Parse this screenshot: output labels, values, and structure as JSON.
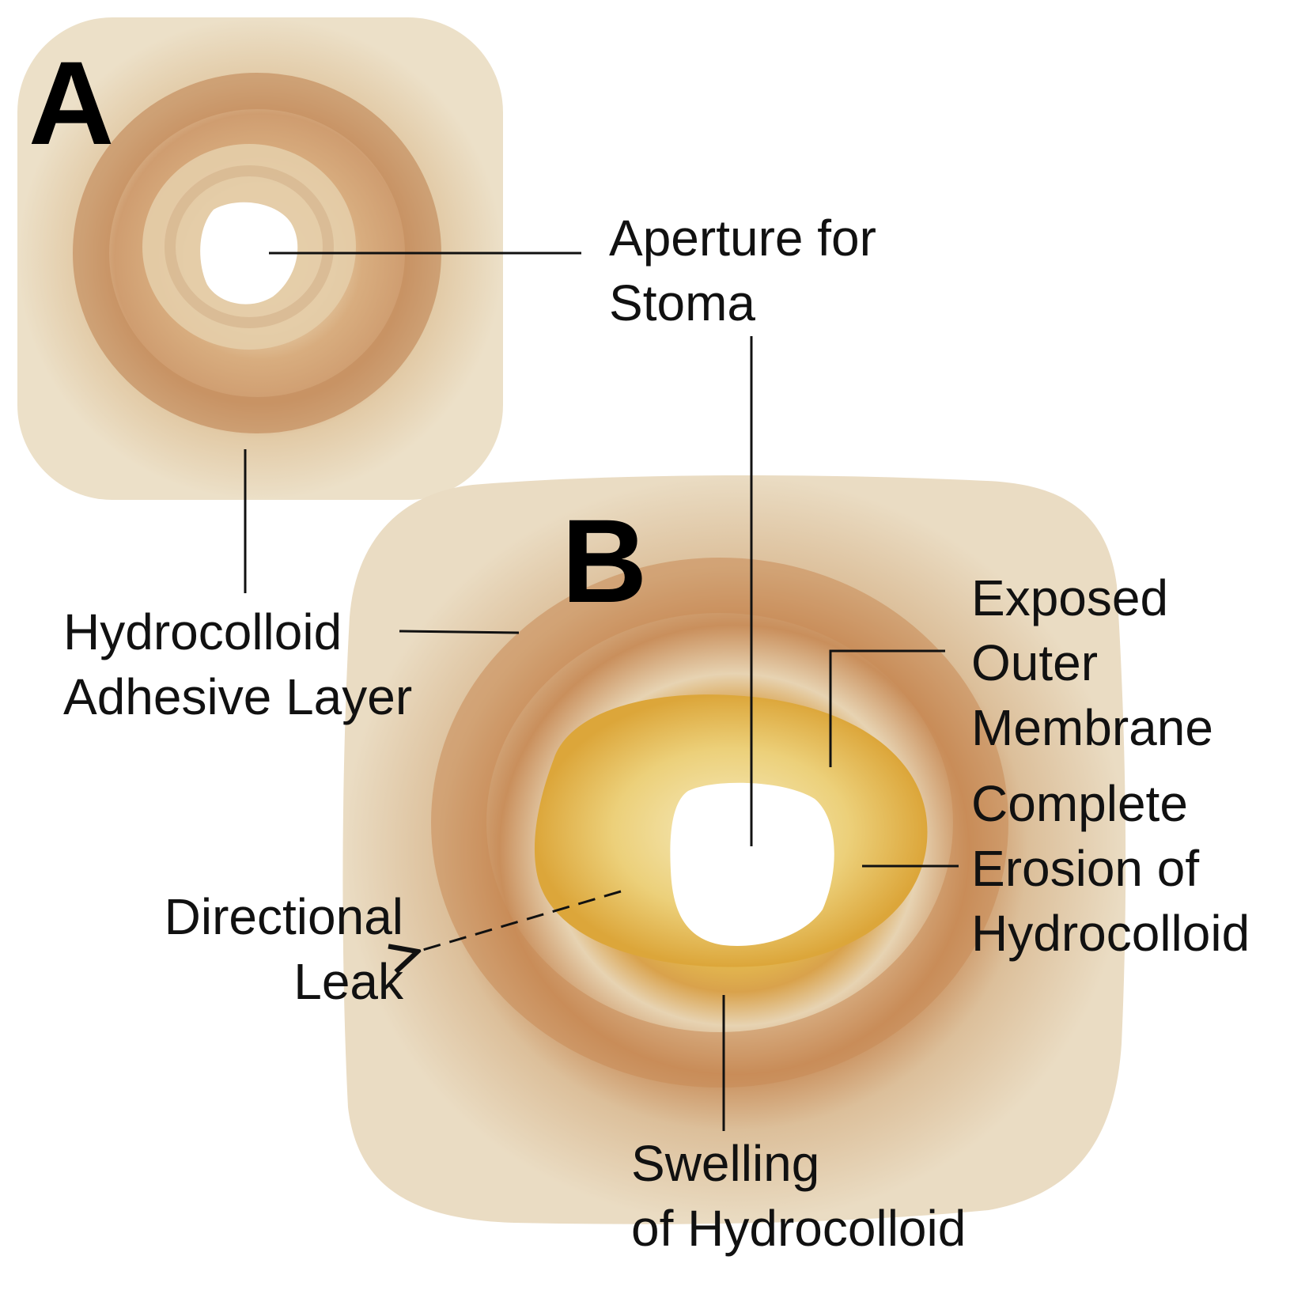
{
  "panels": {
    "a": "A",
    "b": "B"
  },
  "labels": {
    "aperture": [
      "Aperture for",
      "Stoma"
    ],
    "adhesive": [
      "Hydrocolloid",
      "Adhesive Layer"
    ],
    "exposed": [
      "Exposed",
      "Outer",
      "Membrane"
    ],
    "erosion": [
      "Complete",
      "Erosion of",
      "Hydrocolloid"
    ],
    "leak": [
      "Directional",
      "Leak"
    ],
    "swelling": [
      "Swelling",
      "of Hydrocolloid"
    ]
  },
  "colors": {
    "background": "#ffffff",
    "wafer_base": "#e9dcc0",
    "hydrocolloid_ring": "#c99a6a",
    "eroded_zone": "#e3b94a",
    "leader_lines": "#111111"
  }
}
